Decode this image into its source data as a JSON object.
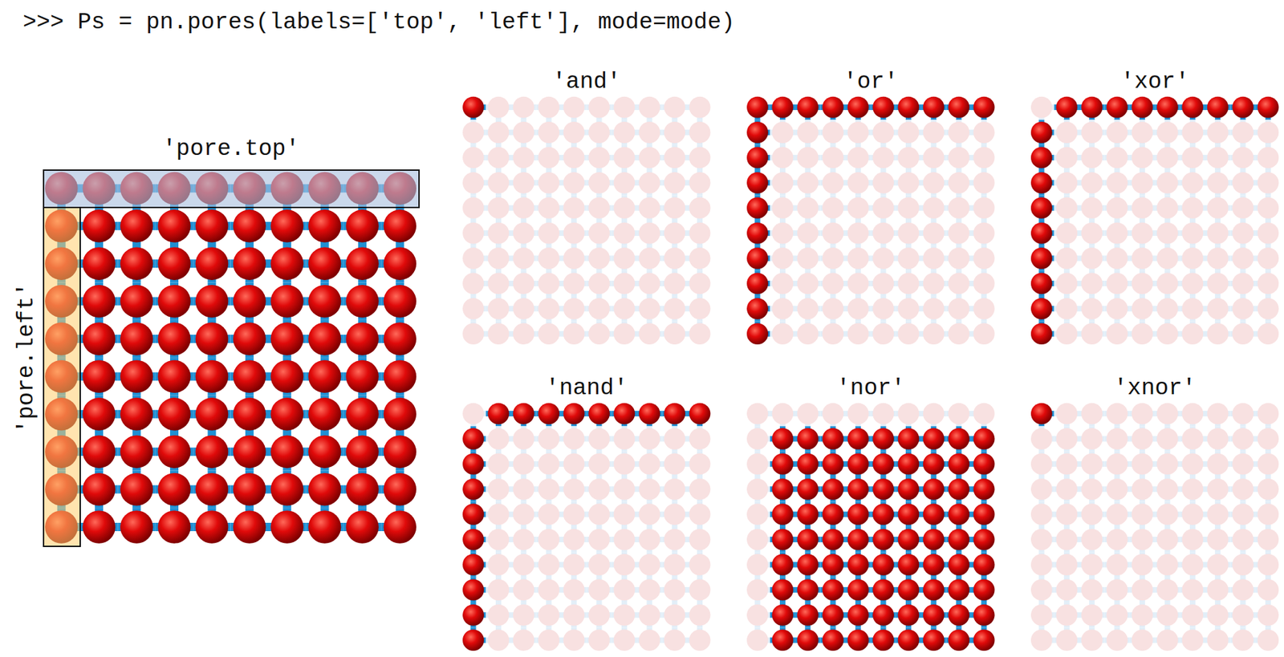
{
  "diagram": {
    "nodes": [
      {
        "text": [
          "'pore.top'"
        ]
      },
      {
        "text": [
          "'pore.left'"
        ]
      }
    ],
    "labels": [
      ">>> Ps = pn.pores(labels=['top', 'left'], mode=mode)",
      "'and'",
      "'or'",
      "'xor'",
      "'nand'",
      "'nor'",
      "'xnor'"
    ]
  }
}
